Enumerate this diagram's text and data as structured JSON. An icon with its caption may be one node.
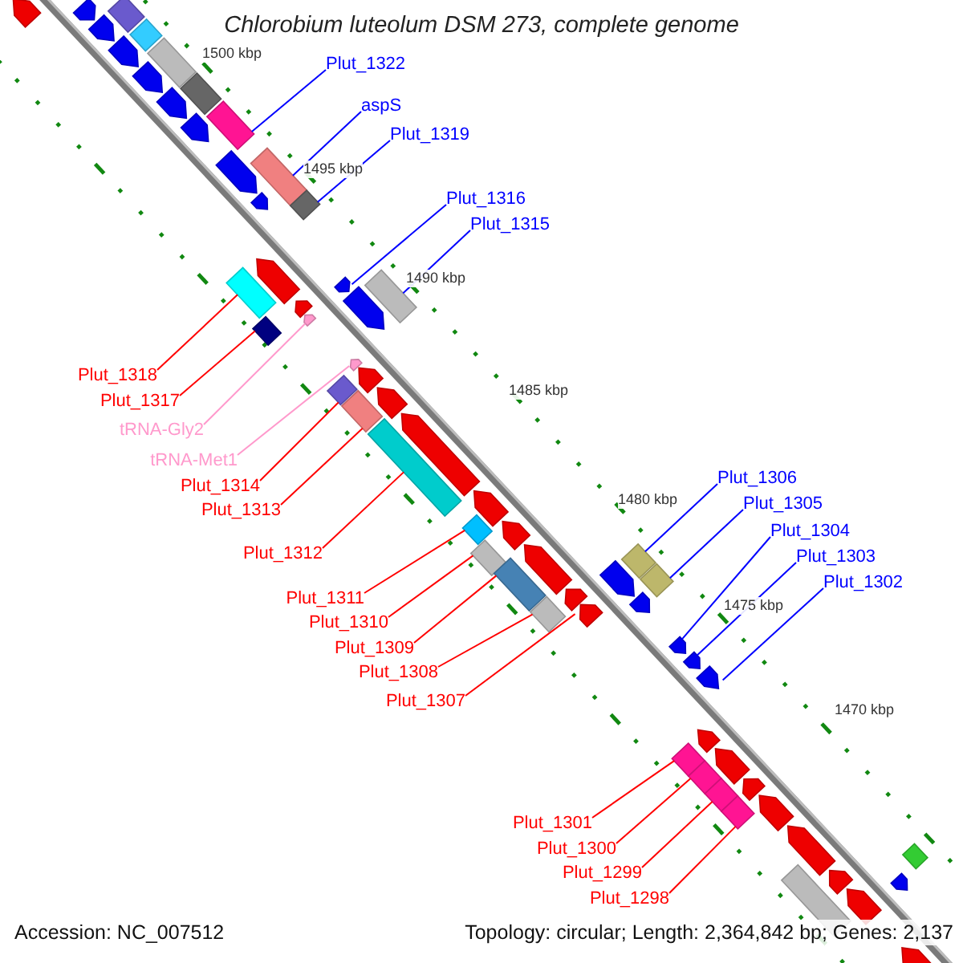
{
  "diagram": {
    "title": "Chlorobium luteolum DSM 273, complete genome",
    "nodes": [
      {
        "text": [
          "Plut_1322"
        ]
      },
      {
        "text": [
          "aspS"
        ]
      },
      {
        "text": [
          "Plut_1319"
        ]
      },
      {
        "text": [
          "Plut_1316"
        ]
      },
      {
        "text": [
          "Plut_1315"
        ]
      },
      {
        "text": [
          "Plut_1306"
        ]
      },
      {
        "text": [
          "Plut_1305"
        ]
      },
      {
        "text": [
          "Plut_1304"
        ]
      },
      {
        "text": [
          "Plut_1303"
        ]
      },
      {
        "text": [
          "Plut_1302"
        ]
      },
      {
        "text": [
          "Plut_1318"
        ]
      },
      {
        "text": [
          "Plut_1317"
        ]
      },
      {
        "text": [
          "tRNA-Gly2"
        ]
      },
      {
        "text": [
          "tRNA-Met1"
        ]
      },
      {
        "text": [
          "Plut_1314"
        ]
      },
      {
        "text": [
          "Plut_1313"
        ]
      },
      {
        "text": [
          "Plut_1312"
        ]
      },
      {
        "text": [
          "Plut_1311"
        ]
      },
      {
        "text": [
          "Plut_1310"
        ]
      },
      {
        "text": [
          "Plut_1309"
        ]
      },
      {
        "text": [
          "Plut_1308"
        ]
      },
      {
        "text": [
          "Plut_1307"
        ]
      },
      {
        "text": [
          "Plut_1301"
        ]
      },
      {
        "text": [
          "Plut_1300"
        ]
      },
      {
        "text": [
          "Plut_1299"
        ]
      },
      {
        "text": [
          "Plut_1298"
        ]
      },
      {
        "text": [],
        "shape": "pentagon"
      },
      {
        "text": [],
        "shape": "pentagon"
      },
      {
        "text": [],
        "shape": "bar"
      },
      {
        "text": [],
        "shape": "pentagon"
      },
      {
        "text": [],
        "shape": "pentagon"
      },
      {
        "text": [],
        "shape": "bar"
      },
      {
        "text": [],
        "shape": "bar"
      },
      {
        "text": [],
        "shape": "pentagon"
      },
      {
        "text": [],
        "shape": "pentagon"
      },
      {
        "text": [],
        "shape": "bar"
      },
      {
        "text": [],
        "shape": "pentagon"
      },
      {
        "text": [],
        "shape": "bar"
      },
      {
        "text": [],
        "shape": "pentagon"
      },
      {
        "text": [],
        "shape": "bar"
      },
      {
        "text": [],
        "shape": "pentagon"
      },
      {
        "text": [],
        "shape": "bar"
      },
      {
        "text": [],
        "shape": "bar"
      },
      {
        "text": [],
        "shape": "pentagon"
      },
      {
        "text": [],
        "shape": "bar"
      },
      {
        "text": [],
        "shape": "pentagon"
      },
      {
        "text": [],
        "shape": "pentagon"
      },
      {
        "text": [],
        "shape": "pentagon"
      },
      {
        "text": [],
        "shape": "pentagon"
      },
      {
        "text": [],
        "shape": "bar"
      },
      {
        "text": [],
        "shape": "pentagon"
      },
      {
        "text": [],
        "shape": "bar"
      },
      {
        "text": [],
        "shape": "pentagon"
      },
      {
        "text": [],
        "shape": "bar"
      },
      {
        "text": [],
        "shape": "pentagon"
      },
      {
        "text": [],
        "shape": "bar"
      },
      {
        "text": [],
        "shape": "pentagon"
      },
      {
        "text": [],
        "shape": "pentagon"
      },
      {
        "text": [],
        "shape": "bar"
      },
      {
        "text": [],
        "shape": "pentagon"
      },
      {
        "text": [],
        "shape": "bar"
      },
      {
        "text": [],
        "shape": "pentagon"
      },
      {
        "text": [],
        "shape": "bar"
      },
      {
        "text": [],
        "shape": "bar"
      },
      {
        "text": [],
        "shape": "pentagon"
      },
      {
        "text": [],
        "shape": "pentagon"
      },
      {
        "text": [],
        "shape": "bar"
      },
      {
        "text": [],
        "shape": "pentagon"
      },
      {
        "text": [],
        "shape": "bar"
      },
      {
        "text": [],
        "shape": "pentagon"
      },
      {
        "text": [],
        "shape": "pentagon"
      },
      {
        "text": [],
        "shape": "pentagon"
      },
      {
        "text": [],
        "shape": "pentagon"
      },
      {
        "text": [],
        "shape": "pentagon"
      },
      {
        "text": [],
        "shape": "bar"
      },
      {
        "text": [],
        "shape": "pentagon"
      },
      {
        "text": [],
        "shape": "bar"
      },
      {
        "text": [],
        "shape": "bar"
      },
      {
        "text": [],
        "shape": "pentagon"
      },
      {
        "text": [],
        "shape": "bar"
      },
      {
        "text": [],
        "shape": "pentagon"
      },
      {
        "text": [],
        "shape": "pentagon"
      },
      {
        "text": [],
        "shape": "bar"
      },
      {
        "text": [],
        "shape": "pentagon"
      },
      {
        "text": [],
        "shape": "pentagon"
      },
      {
        "text": [],
        "shape": "bar"
      },
      {
        "text": [],
        "shape": "pentagon"
      },
      {
        "text": [],
        "shape": "pentagon"
      }
    ],
    "edges": [
      {
        "from": 0,
        "to": 37,
        "arrow": "none",
        "color": "#0000ff"
      },
      {
        "from": 1,
        "to": 39,
        "arrow": "none",
        "color": "#0000ff"
      },
      {
        "from": 2,
        "to": 41,
        "arrow": "none",
        "color": "#0000ff"
      },
      {
        "from": 3,
        "to": 46,
        "arrow": "none",
        "color": "#0000ff"
      },
      {
        "from": 4,
        "to": 49,
        "arrow": "none",
        "color": "#0000ff"
      },
      {
        "from": 5,
        "to": 66,
        "arrow": "none",
        "color": "#0000ff"
      },
      {
        "from": 6,
        "to": 68,
        "arrow": "none",
        "color": "#0000ff"
      },
      {
        "from": 7,
        "to": 70,
        "arrow": "none",
        "color": "#0000ff"
      },
      {
        "from": 8,
        "to": 71,
        "arrow": "none",
        "color": "#0000ff"
      },
      {
        "from": 9,
        "to": 72,
        "arrow": "none",
        "color": "#0000ff"
      },
      {
        "from": 10,
        "to": 42,
        "arrow": "none"
      },
      {
        "from": 11,
        "to": 44,
        "arrow": "none"
      },
      {
        "from": 12,
        "to": 47,
        "arrow": "none",
        "color": "#ff99cc"
      },
      {
        "from": 13,
        "to": 50,
        "arrow": "none",
        "color": "#ff99cc"
      },
      {
        "from": 14,
        "to": 51,
        "arrow": "none"
      },
      {
        "from": 15,
        "to": 53,
        "arrow": "none"
      },
      {
        "from": 16,
        "to": 55,
        "arrow": "none"
      },
      {
        "from": 17,
        "to": 58,
        "arrow": "none"
      },
      {
        "from": 18,
        "to": 60,
        "arrow": "none"
      },
      {
        "from": 19,
        "to": 62,
        "arrow": "none"
      },
      {
        "from": 20,
        "to": 63,
        "arrow": "none"
      },
      {
        "from": 21,
        "to": 67,
        "arrow": "none"
      },
      {
        "from": 22,
        "to": 74,
        "arrow": "none"
      },
      {
        "from": 23,
        "to": 76,
        "arrow": "none"
      },
      {
        "from": 24,
        "to": 77,
        "arrow": "none"
      },
      {
        "from": 25,
        "to": 79,
        "arrow": "none"
      }
    ],
    "labels": [
      "1500 kbp",
      "1495 kbp",
      "1490 kbp",
      "1485 kbp",
      "1480 kbp",
      "1475 kbp",
      "1470 kbp",
      "Accession: NC_007512",
      "Topology: circular; Length: 2,364,842 bp; Genes: 2,137"
    ]
  }
}
